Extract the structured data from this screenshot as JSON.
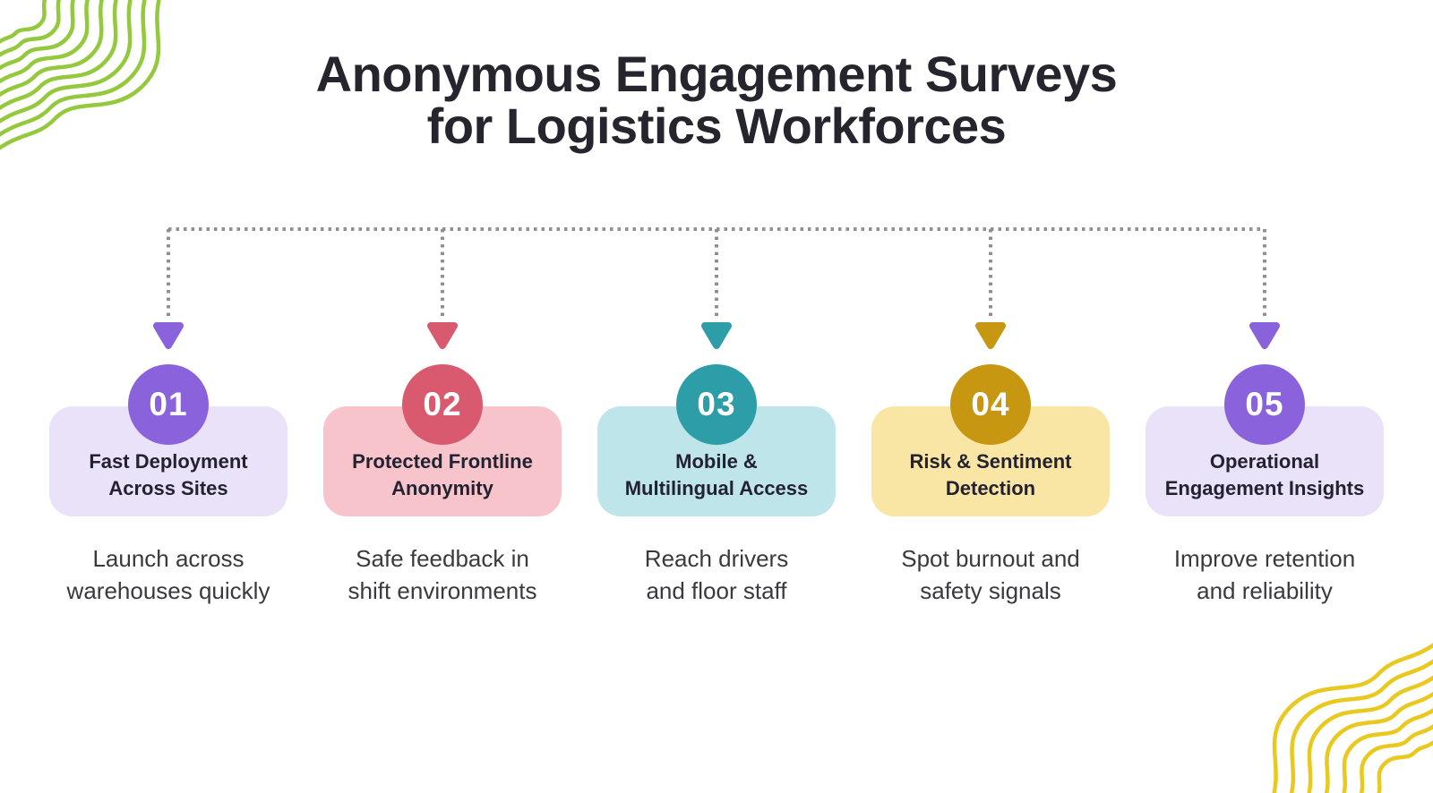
{
  "title": {
    "line1": "Anonymous Engagement Surveys",
    "line2": "for Logistics Workforces"
  },
  "connector": {
    "line_color": "#909090"
  },
  "decorations": {
    "top_left_wave_color": "#94c93d",
    "bottom_right_wave_color": "#e9c91f"
  },
  "cards": [
    {
      "number": "01",
      "accent": "#8a62db",
      "bg": "#e9e2f8",
      "title_lines": [
        "Fast Deployment",
        "Across Sites"
      ],
      "description_lines": [
        "Launch across",
        "warehouses quickly"
      ]
    },
    {
      "number": "02",
      "accent": "#d95a6e",
      "bg": "#f8c4cc",
      "title_lines": [
        "Protected Frontline",
        "Anonymity"
      ],
      "description_lines": [
        "Safe feedback in",
        "shift environments"
      ]
    },
    {
      "number": "03",
      "accent": "#2d9da8",
      "bg": "#bee5e9",
      "title_lines": [
        "Mobile &",
        "Multilingual Access"
      ],
      "description_lines": [
        "Reach drivers",
        "and floor staff"
      ]
    },
    {
      "number": "04",
      "accent": "#c79712",
      "bg": "#f9e5a4",
      "title_lines": [
        "Risk & Sentiment",
        "Detection"
      ],
      "description_lines": [
        "Spot burnout and",
        "safety signals"
      ]
    },
    {
      "number": "05",
      "accent": "#8a62db",
      "bg": "#e9e2f8",
      "title_lines": [
        "Operational",
        "Engagement Insights"
      ],
      "description_lines": [
        "Improve retention",
        "and reliability"
      ]
    }
  ]
}
